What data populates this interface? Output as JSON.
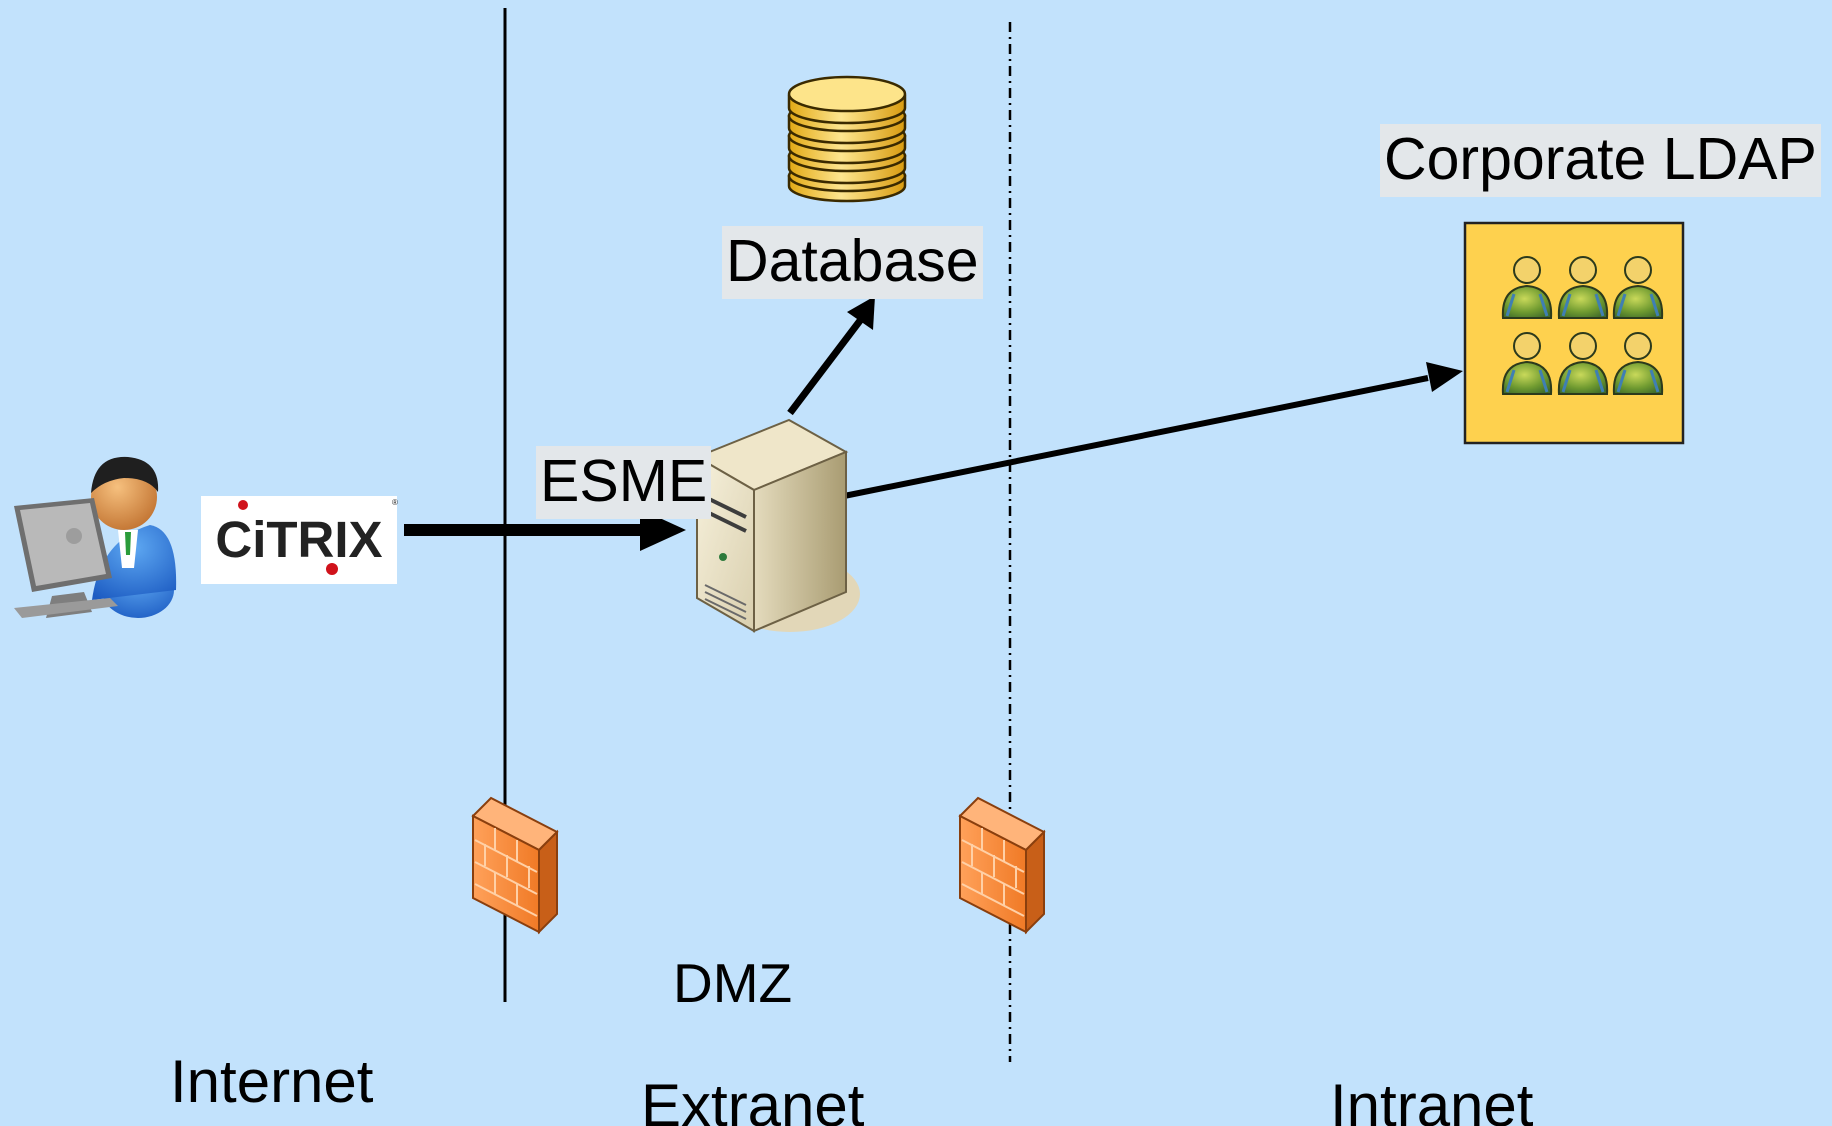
{
  "labels": {
    "corporate_ldap": "Corporate LDAP",
    "database": "Database",
    "esme": "ESME",
    "dmz": "DMZ",
    "internet": "Internet",
    "extranet": "Extranet",
    "intranet": "Intranet"
  },
  "logo": {
    "citrix_text": "CiTRIX"
  },
  "icons": {
    "user": "user-at-computer-icon",
    "citrix": "citrix-logo",
    "database": "database-icon",
    "server": "server-icon",
    "ldap": "user-group-icon",
    "firewall": "firewall-icon"
  },
  "colors": {
    "background": "#c2e2fc",
    "ldap_box": "#fed14e",
    "firewall": "#f58a3a",
    "database": "#fbd764",
    "label_box": "#e3e7ea"
  }
}
